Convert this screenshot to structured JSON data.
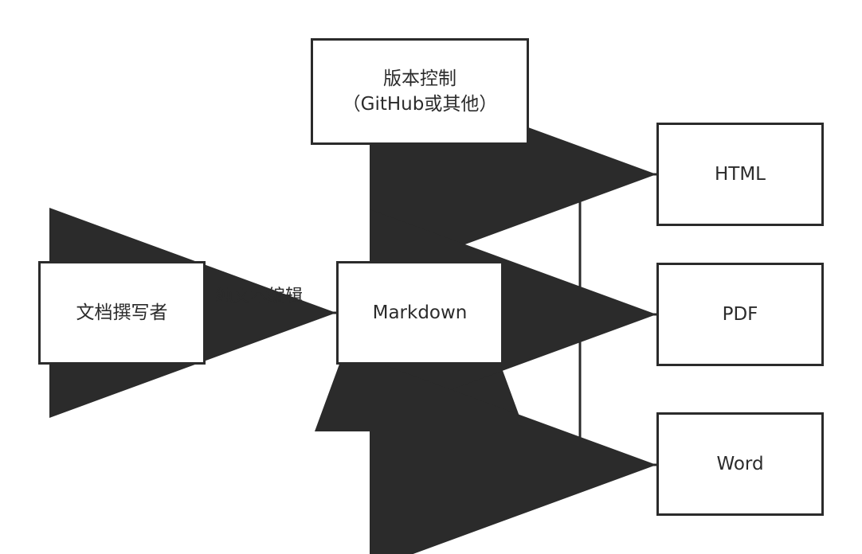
{
  "nodes": {
    "writer": {
      "label": "文档撰写者"
    },
    "markdown": {
      "label": "Markdown"
    },
    "vcs": {
      "line1": "版本控制",
      "line2": "（GitHub或其他）"
    },
    "html": {
      "label": "HTML"
    },
    "pdf": {
      "label": "PDF"
    },
    "word": {
      "label": "Word"
    }
  },
  "edges": {
    "writer_to_markdown": {
      "label": "纯文本编辑"
    }
  },
  "colors": {
    "stroke": "#2b2b2b",
    "background": "#ffffff"
  }
}
